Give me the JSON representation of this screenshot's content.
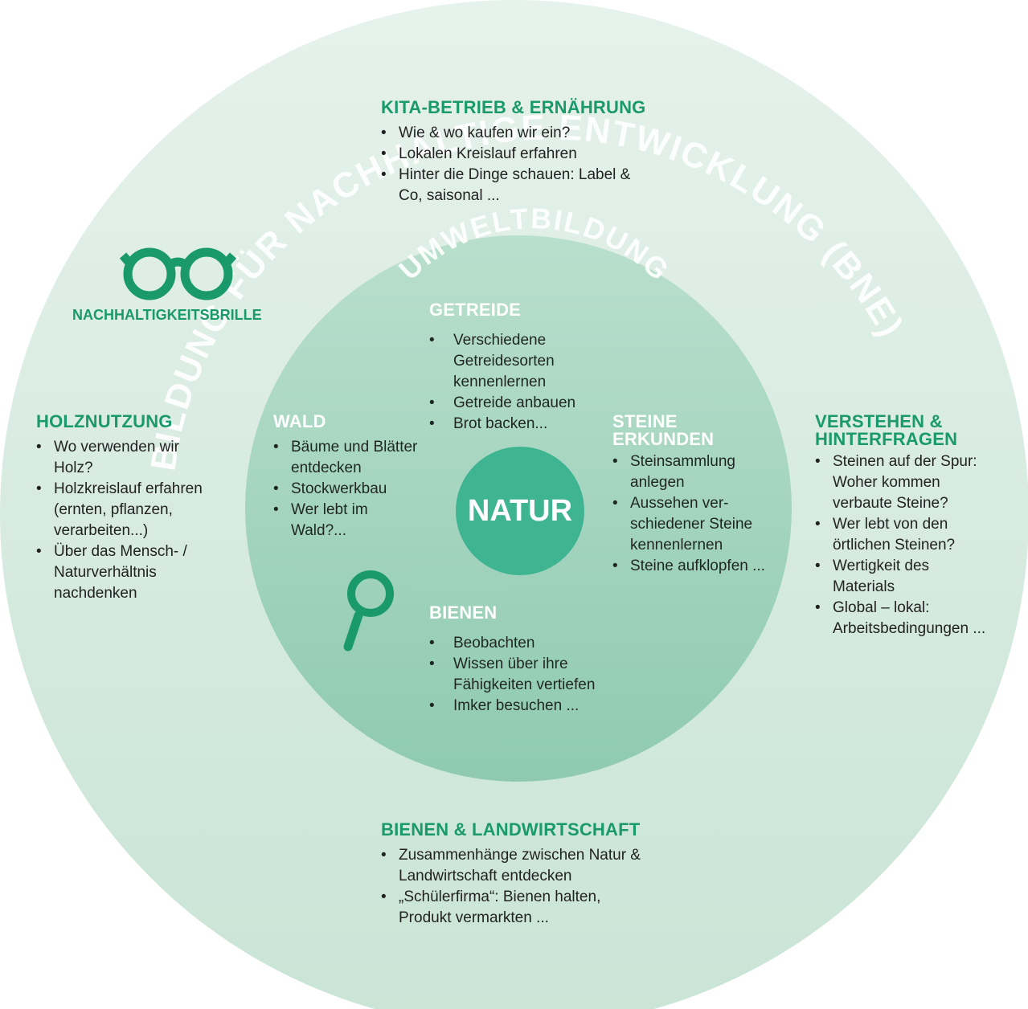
{
  "outer_ring_label": "BILDUNG FÜR NACHHALTIGE ENTWICKLUNG (BNE)",
  "inner_ring_label": "UMWELTBILDUNG",
  "center_label": "NATUR",
  "glasses_label": "NACHHALTIGKEITSBRILLE",
  "icons": {
    "glasses": "glasses-icon",
    "magnifier": "magnifier-icon"
  },
  "colors": {
    "outer_circle": "#d3e7dd",
    "inner_circle": "#a9d5c1",
    "center_circle": "#3fb491",
    "accent_green": "#1a9a6c"
  },
  "outer_sections": {
    "kita": {
      "title": "KITA-BETRIEB & ERNÄHRUNG",
      "items": [
        "Wie & wo kaufen wir ein?",
        "Lokalen Kreislauf erfahren",
        "Hinter die Dinge schauen: Label & Co, saisonal ..."
      ]
    },
    "holz": {
      "title": "HOLZNUTZUNG",
      "items": [
        "Wo verwenden wir Holz?",
        "Holzkreislauf erfahren (ernten, pflanzen, verarbeiten...)",
        "Über das Mensch- / Naturverhältnis nachdenken"
      ]
    },
    "verstehen": {
      "title_line1": "VERSTEHEN &",
      "title_line2": "HINTERFRAGEN",
      "items": [
        "Steinen auf der Spur: Woher kommen verbaute Steine?",
        "Wer lebt von den örtlichen Steinen?",
        "Wertigkeit des Materials",
        "Global – lokal: Arbeitsbedingungen ..."
      ]
    },
    "bienen_land": {
      "title": "BIENEN & LANDWIRTSCHAFT",
      "items": [
        "Zusammenhänge zwischen Natur & Landwirtschaft entdecken",
        "„Schülerfirma“: Bienen halten, Produkt vermarkten ..."
      ]
    }
  },
  "inner_sections": {
    "getreide": {
      "title": "GETREIDE",
      "items": [
        "Verschiedene Getreidesorten kennenlernen",
        "Getreide anbauen",
        "Brot backen..."
      ]
    },
    "wald": {
      "title": "WALD",
      "items": [
        "Bäume und Blätter entdecken",
        "Stockwerkbau",
        "Wer lebt im Wald?..."
      ]
    },
    "steine": {
      "title_line1": "STEINE",
      "title_line2": "ERKUNDEN",
      "items": [
        "Steinsammlung anlegen",
        "Aussehen ver- schiedener Steine kennenlernen",
        "Steine aufklopfen ..."
      ]
    },
    "bienen": {
      "title": "BIENEN",
      "items": [
        "Beobachten",
        "Wissen über ihre Fähigkeiten vertiefen",
        "Imker besuchen ..."
      ]
    }
  }
}
